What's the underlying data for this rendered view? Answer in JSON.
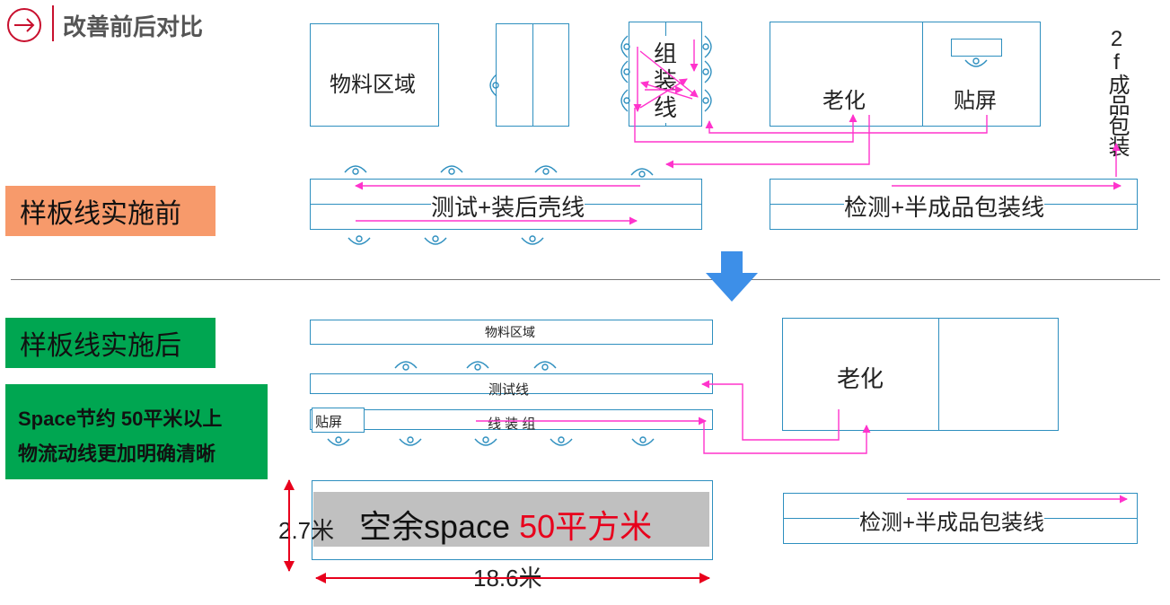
{
  "header": {
    "title": "改善前后对比",
    "icon": "circle-arrow-right-icon"
  },
  "before": {
    "tag": "样板线实施前",
    "material_area": "物料区域",
    "assembly_line": [
      "组",
      "装",
      "线"
    ],
    "aging": "老化",
    "screen_apply": "贴屏",
    "packaging_2f": "2f成品包装",
    "test_shell_line": "测试+装后壳线",
    "inspect_pack_line": "检测+半成品包装线"
  },
  "after": {
    "tag": "样板线实施后",
    "material_area": "物料区域",
    "test_line": "测试线",
    "assembly_line": "线 装 组",
    "screen_apply": "贴屏",
    "aging": "老化",
    "inspect_pack_line": "检测+半成品包装线",
    "benefit_line1": "Space节约 50平米以上",
    "benefit_line2": "物流动线更加明确清晰",
    "spare_text": "空余space ",
    "spare_highlight": "50平方米",
    "height_label": "2.7米",
    "width_label": "18.6米"
  },
  "colors": {
    "box_border": "#2e8fbf",
    "flow_arrow": "#ff33cc",
    "dimension": "#e8001c",
    "before_tag": "#f79a6b",
    "after_tag": "#00a651",
    "transition_arrow": "#3d8fe8",
    "spare_fill": "#c0c0c0",
    "title_red": "#c8102e"
  }
}
